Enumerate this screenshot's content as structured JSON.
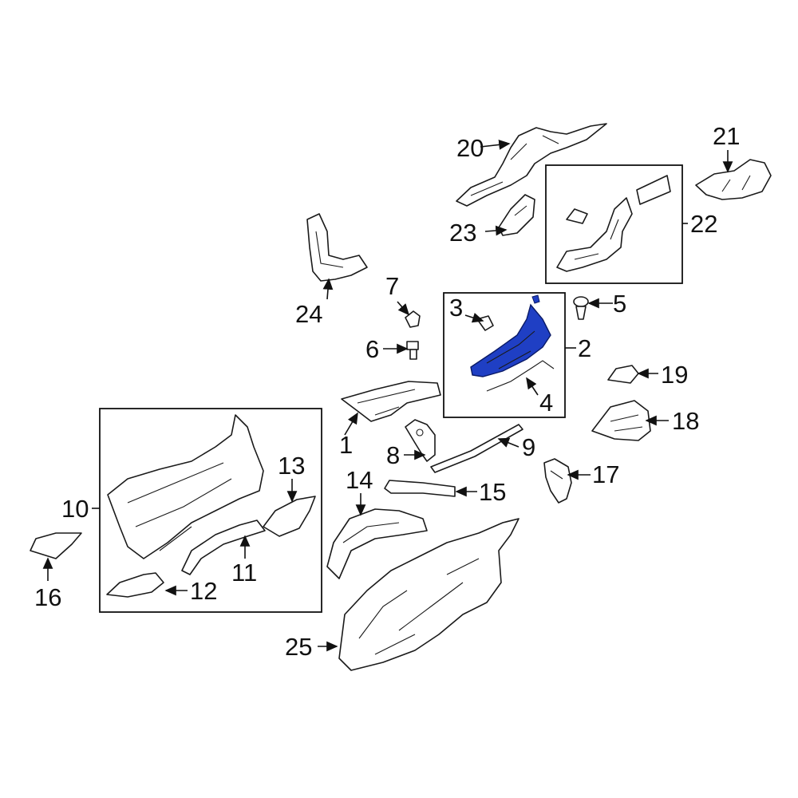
{
  "colors": {
    "highlight": "#1f3fc4",
    "line": "#1a1a1a",
    "background": "#ffffff"
  },
  "callouts": {
    "c1": "1",
    "c2": "2",
    "c3": "3",
    "c4": "4",
    "c5": "5",
    "c6": "6",
    "c7": "7",
    "c8": "8",
    "c9": "9",
    "c10": "10",
    "c11": "11",
    "c12": "12",
    "c13": "13",
    "c14": "14",
    "c15": "15",
    "c16": "16",
    "c17": "17",
    "c18": "18",
    "c19": "19",
    "c20": "20",
    "c21": "21",
    "c22": "22",
    "c23": "23",
    "c24": "24",
    "c25": "25"
  },
  "highlighted_part": "2"
}
